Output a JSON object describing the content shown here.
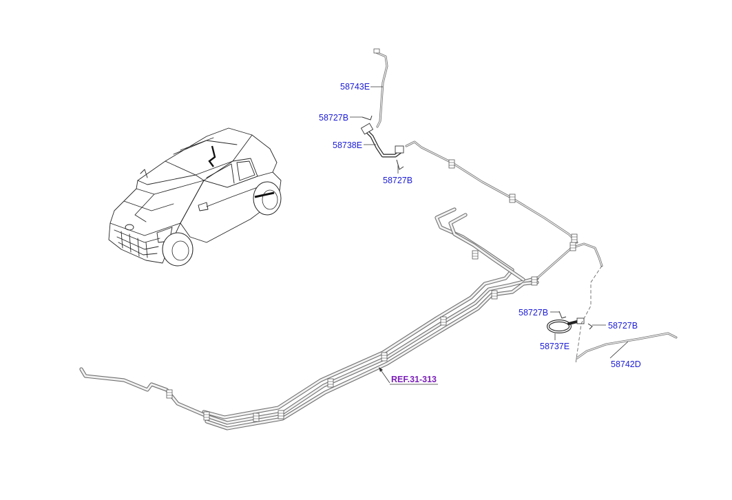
{
  "callouts": {
    "c1": "58743E",
    "c2": "58727B",
    "c3": "58738E",
    "c4": "58727B",
    "c5": "58727B",
    "c6": "58727B",
    "c7": "58737E",
    "c8": "58742D"
  },
  "reference": "REF.31-313",
  "colors": {
    "callout": "#1a1ad6",
    "reference": "#7a1fb8",
    "tube_outline": "#6e6e6e",
    "tube_fill": "#e6e6e6"
  }
}
